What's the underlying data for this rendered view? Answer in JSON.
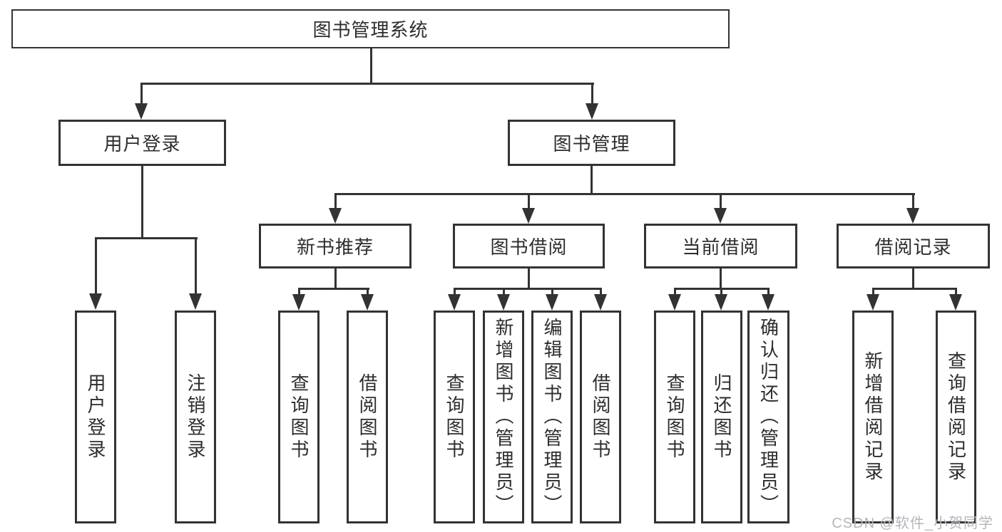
{
  "diagram": {
    "root": {
      "label": "图书管理系统"
    },
    "children": [
      {
        "label": "用户登录",
        "children": [
          {
            "label": "用户登录"
          },
          {
            "label": "注销登录"
          }
        ]
      },
      {
        "label": "图书管理",
        "children": [
          {
            "label": "新书推荐",
            "children": [
              {
                "label": "查询图书"
              },
              {
                "label": "借阅图书"
              }
            ]
          },
          {
            "label": "图书借阅",
            "children": [
              {
                "label": "查询图书"
              },
              {
                "label": "新增图书（管理员）"
              },
              {
                "label": "编辑图书（管理员）"
              },
              {
                "label": "借阅图书"
              }
            ]
          },
          {
            "label": "当前借阅",
            "children": [
              {
                "label": "查询图书"
              },
              {
                "label": "归还图书"
              },
              {
                "label": "确认归还（管理员）"
              }
            ]
          },
          {
            "label": "借阅记录",
            "children": [
              {
                "label": "新增借阅记录"
              },
              {
                "label": "查询借阅记录"
              }
            ]
          }
        ]
      }
    ]
  },
  "watermark": {
    "text": "CSDN @软件_小贺同学"
  },
  "colors": {
    "line": "#333333",
    "text": "#2d2d2d",
    "background": "#ffffff",
    "watermark": "#b3b6bb"
  }
}
